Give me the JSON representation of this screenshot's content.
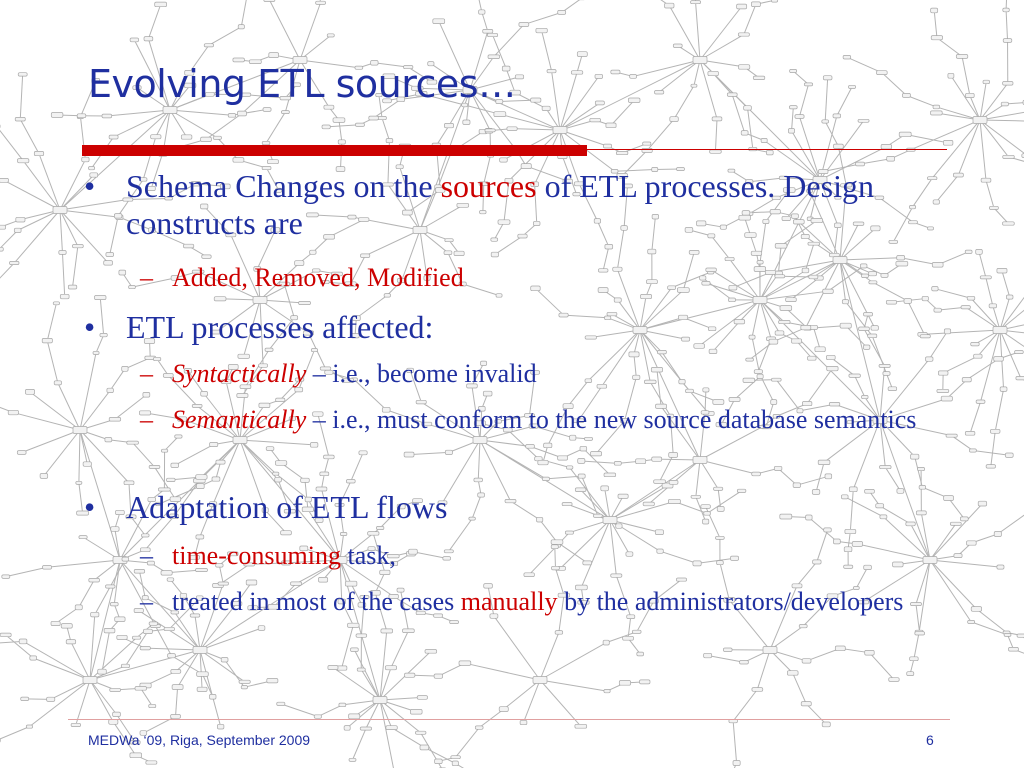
{
  "slide": {
    "title": "Evolving ETL sources…",
    "colors": {
      "title_text": "#1f2fa0",
      "accent_red": "#cc0000",
      "network_gray": "#b4b4b4"
    },
    "background_image": "network graph diagram",
    "bullets": [
      {
        "marker": "•",
        "parts": [
          "Schema Changes on the ",
          "sources",
          " of ETL processes. Design constructs are"
        ],
        "subs": [
          {
            "marker": "–",
            "parts": [
              "Added, Removed, Modified"
            ]
          }
        ]
      },
      {
        "marker": "•",
        "parts": [
          "ETL processes affected:"
        ],
        "subs": [
          {
            "marker": "–",
            "parts": [
              "Syntactically",
              " – i.e., become invalid"
            ]
          },
          {
            "marker": "–",
            "parts": [
              "Semantically",
              " – i.e., must conform to the new source database semantics"
            ]
          }
        ]
      },
      {
        "marker": "•",
        "parts": [
          "Adaptation of ETL flows"
        ],
        "subs": [
          {
            "marker": "–",
            "parts": [
              "time-consuming",
              " task,"
            ]
          },
          {
            "marker": "–",
            "parts": [
              "treated in most of the cases ",
              "manually",
              " by the administrators/developers"
            ]
          }
        ]
      }
    ],
    "footer": {
      "left": "MEDWa ‘09, Riga, September 2009",
      "page_number": "6"
    }
  }
}
